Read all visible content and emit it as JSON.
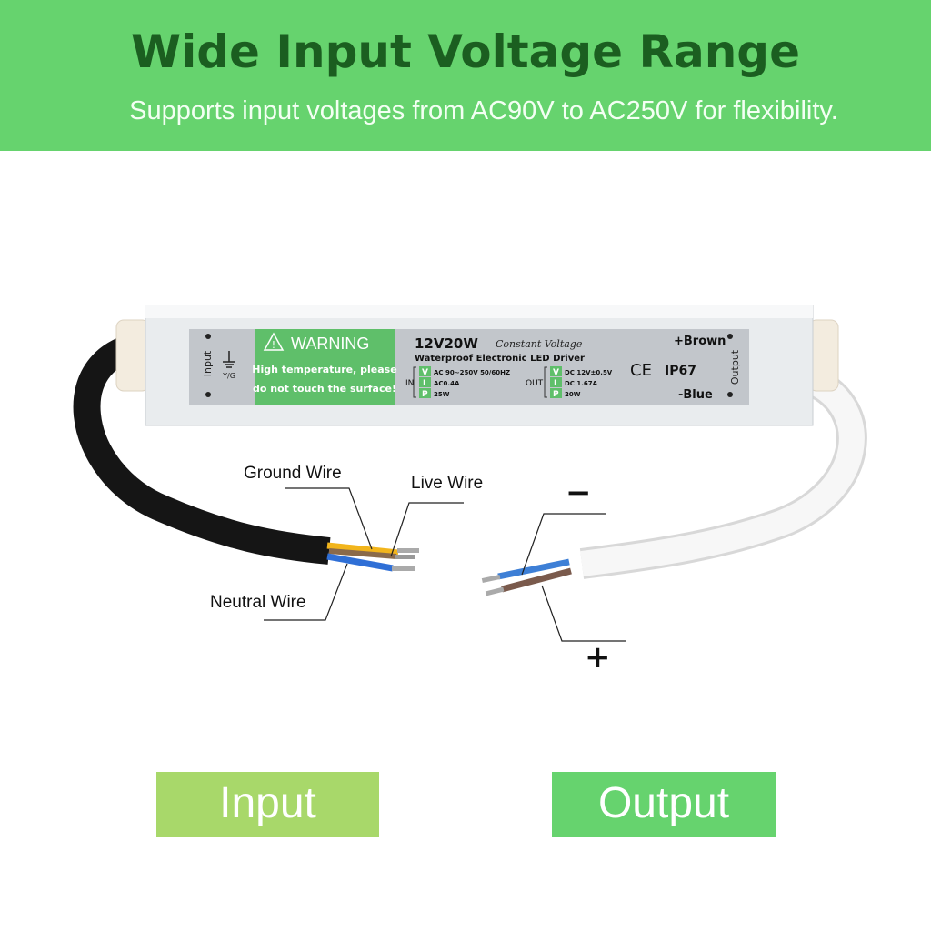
{
  "banner": {
    "title": "Wide Input Voltage Range",
    "subtitle": "Supports input voltages from AC90V to AC250V for flexibility.",
    "background_color": "#66d36e",
    "title_color": "#1b5e20"
  },
  "device_label": {
    "input_side_text": "Input",
    "ground_symbol_text": "Y/G",
    "warning_title": "WARNING",
    "warning_line1": "High temperature, please",
    "warning_line2": "do not touch the surface!",
    "model": "12V20W",
    "mode": "Constant Voltage",
    "description": "Waterproof Electronic LED Driver",
    "in_label": "IN",
    "out_label": "OUT",
    "input_specs": [
      "AC 90~250V 50/60HZ",
      "AC0.4A",
      "25W"
    ],
    "output_specs": [
      "DC 12V±0.5V",
      "DC 1.67A",
      "20W"
    ],
    "vip_letters": [
      "V",
      "I",
      "P"
    ],
    "ce_mark": "CE",
    "ip_rating": "IP67",
    "positive_wire": "+Brown",
    "negative_wire": "-Blue",
    "output_side_text": "Output"
  },
  "wire_callouts": {
    "ground": "Ground Wire",
    "live": "Live Wire",
    "neutral": "Neutral Wire",
    "minus": "−",
    "plus": "+"
  },
  "buttons": {
    "input": "Input",
    "output": "Output"
  }
}
